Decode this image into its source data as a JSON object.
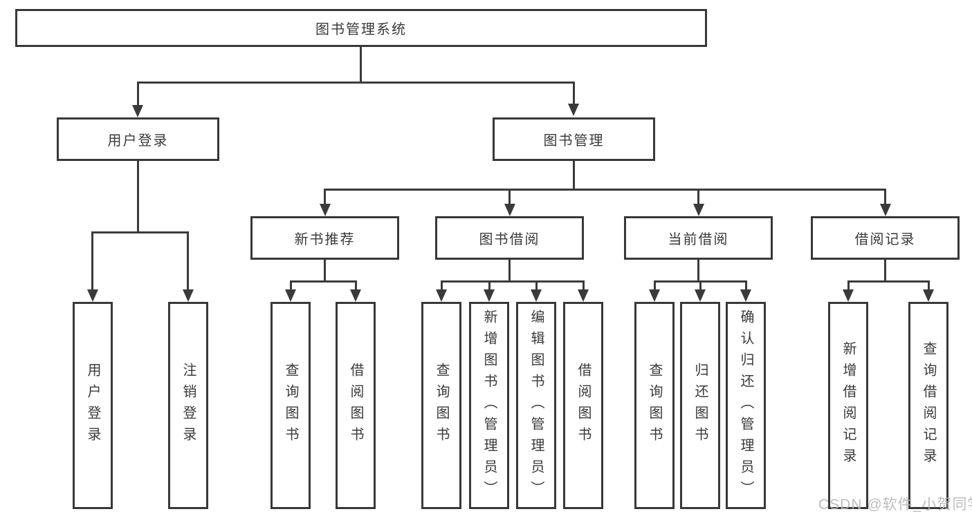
{
  "diagram": {
    "title": "图书管理系统",
    "level1": {
      "user_login": "用户登录",
      "book_management": "图书管理"
    },
    "level2": {
      "new_book_recommend": "新书推荐",
      "book_borrow": "图书借阅",
      "current_borrow": "当前借阅",
      "borrow_records": "借阅记录"
    },
    "leaves": {
      "user_login": "用户登录",
      "logout": "注销登录",
      "nb_query_books": "查询图书",
      "nb_borrow_books": "借阅图书",
      "bb_query_books": "查询图书",
      "bb_add_books_admin": "新增图书（管理员）",
      "bb_edit_books_admin": "编辑图书（管理员）",
      "bb_borrow_books": "借阅图书",
      "cb_query_books": "查询图书",
      "cb_return_books": "归还图书",
      "cb_confirm_return_admin": "确认归还（管理员）",
      "br_add_record": "新增借阅记录",
      "br_query_record": "查询借阅记录"
    }
  },
  "watermark": "CSDN @软件_小贺同学",
  "colors": {
    "line": "#3a3a3a",
    "border": "#383838",
    "text": "#3a3a3a",
    "watermark": "#b5b5b5"
  }
}
